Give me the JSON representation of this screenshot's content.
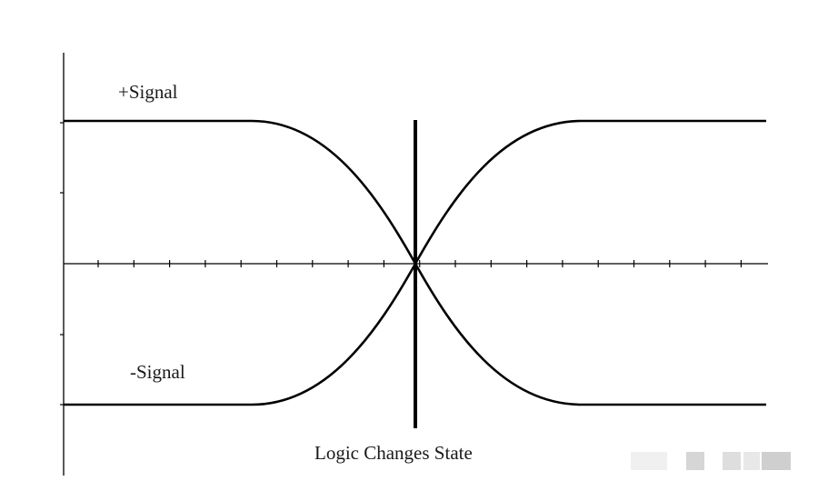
{
  "labels": {
    "positive_signal": "+Signal",
    "negative_signal": "-Signal",
    "transition": "Logic Changes State"
  },
  "colors": {
    "line": "#000000",
    "text": "#1a1a1a",
    "background": "#ffffff"
  }
}
